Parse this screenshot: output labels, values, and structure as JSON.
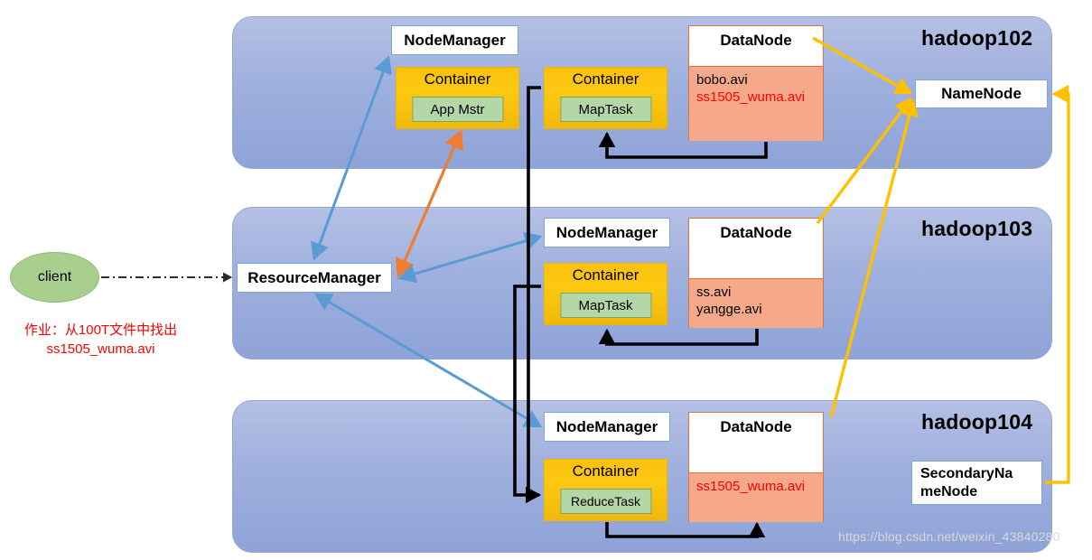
{
  "diagram": {
    "title": "Hadoop YARN / HDFS job execution diagram",
    "watermark": "https://blog.csdn.net/weixin_43840280",
    "colors": {
      "rack": "#9fb0de",
      "container": "#fdc911",
      "task": "#b4d7a8",
      "datanode_body": "#f5a98a",
      "client": "#a9cf8f",
      "red_text": "#ff0000",
      "yellow_arrow": "#ffc000",
      "blue_arrow": "#5b9bd5",
      "orange_arrow": "#ed7d31",
      "black_arrow": "#000000"
    }
  },
  "client": {
    "label": "client",
    "job_note": "作业：从100T文件中找出\nss1505_wuma.avi"
  },
  "resource_manager": {
    "label": "ResourceManager"
  },
  "name_node": {
    "label": "NameNode"
  },
  "secondary_name_node": {
    "label": "SecondaryNa\nmeNode"
  },
  "racks": [
    {
      "name": "hadoop102",
      "node_manager": "NodeManager",
      "containers": [
        {
          "title": "Container",
          "task": "App Mstr"
        },
        {
          "title": "Container",
          "task": "MapTask"
        }
      ],
      "datanode": {
        "title": "DataNode",
        "blocks": [
          {
            "text": "bobo.avi",
            "highlight": false
          },
          {
            "text": "ss1505_wuma.avi",
            "highlight": true
          }
        ]
      }
    },
    {
      "name": "hadoop103",
      "node_manager": "NodeManager",
      "containers": [
        {
          "title": "Container",
          "task": "MapTask"
        }
      ],
      "datanode": {
        "title": "DataNode",
        "blocks": [
          {
            "text": "ss.avi",
            "highlight": false
          },
          {
            "text": "yangge.avi",
            "highlight": false
          }
        ]
      }
    },
    {
      "name": "hadoop104",
      "node_manager": "NodeManager",
      "containers": [
        {
          "title": "Container",
          "task": "ReduceTask"
        }
      ],
      "datanode": {
        "title": "DataNode",
        "blocks": [
          {
            "text": "ss1505_wuma.avi",
            "highlight": true
          }
        ]
      }
    }
  ]
}
